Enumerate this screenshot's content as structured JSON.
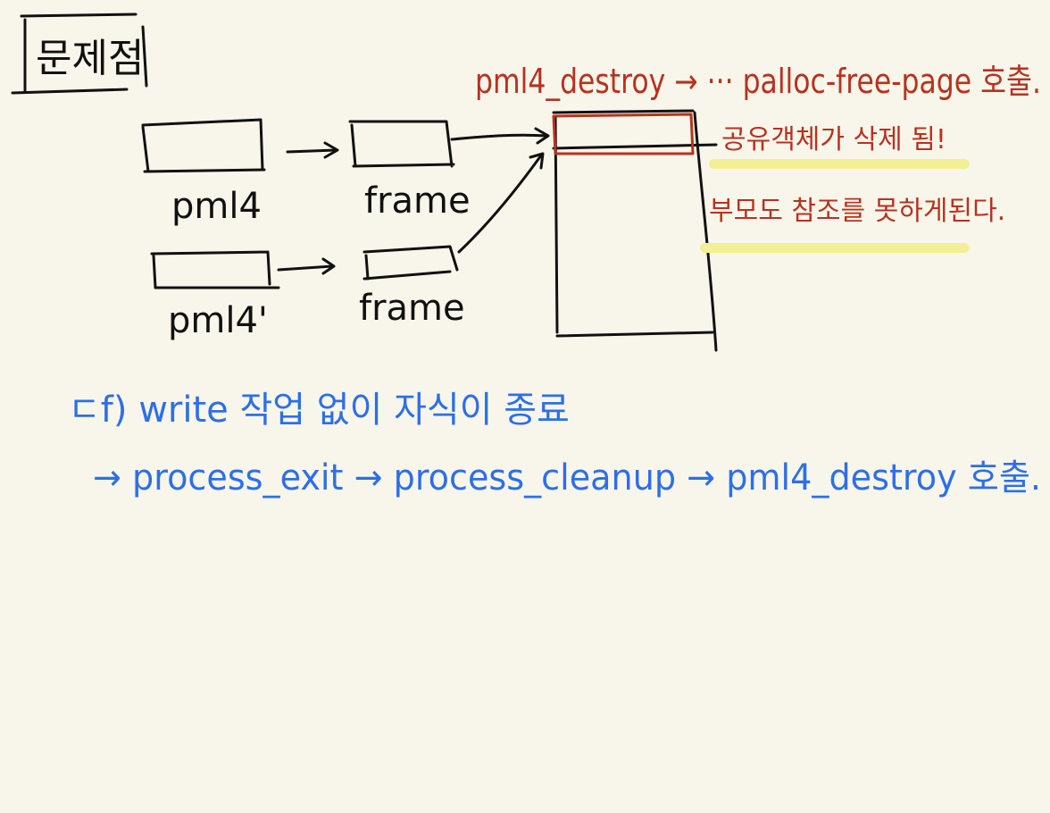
{
  "title": "문제점",
  "diagram": {
    "row1": {
      "table": "pml4",
      "mapping": "frame"
    },
    "row2": {
      "table": "pml4'",
      "mapping": "frame"
    }
  },
  "red_notes": {
    "call_chain": "pml4_destroy → ··· palloc-free-page 호출.",
    "shared_deleted": "공유객체가 삭제 됨!",
    "parent_cannot_ref": "부모도 참조를 못하게된다."
  },
  "blue_notes": {
    "line1": "ㄷf) write 작업 없이   자식이 종료",
    "line2": "→ process_exit → process_cleanup → pml4_destroy 호출."
  },
  "colors": {
    "background": "#f8f6ea",
    "black_ink": "#111111",
    "red_ink": "#b8321f",
    "blue_ink": "#2d6fe8",
    "highlight": "#f3ef95"
  }
}
